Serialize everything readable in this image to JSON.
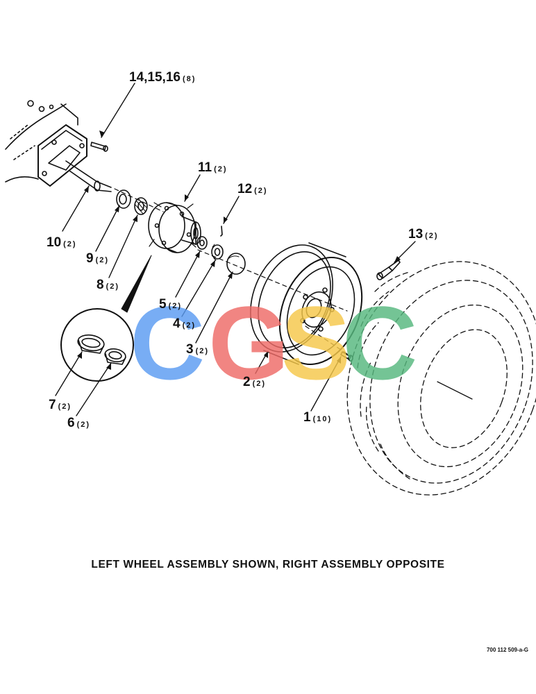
{
  "callouts": [
    {
      "id": "c14",
      "num": "14,15,16",
      "qty": "(8)"
    },
    {
      "id": "c11",
      "num": "11",
      "qty": "(2)"
    },
    {
      "id": "c12",
      "num": "12",
      "qty": "(2)"
    },
    {
      "id": "c13",
      "num": "13",
      "qty": "(2)"
    },
    {
      "id": "c10",
      "num": "10",
      "qty": "(2)"
    },
    {
      "id": "c9",
      "num": "9",
      "qty": "(2)"
    },
    {
      "id": "c8",
      "num": "8",
      "qty": "(2)"
    },
    {
      "id": "c5",
      "num": "5",
      "qty": "(2)"
    },
    {
      "id": "c4",
      "num": "4",
      "qty": "(2)"
    },
    {
      "id": "c3",
      "num": "3",
      "qty": "(2)"
    },
    {
      "id": "c2",
      "num": "2",
      "qty": "(2)"
    },
    {
      "id": "c7",
      "num": "7",
      "qty": "(2)"
    },
    {
      "id": "c6",
      "num": "6",
      "qty": "(2)"
    },
    {
      "id": "c1",
      "num": "1",
      "qty": "(10)"
    }
  ],
  "caption": "LEFT WHEEL ASSEMBLY SHOWN, RIGHT ASSEMBLY OPPOSITE",
  "drawing_number": "700 112 509-a-G",
  "watermark": {
    "letters": [
      "C",
      "G",
      "S",
      "C"
    ],
    "colors": [
      "#5b9cf2",
      "#ee6b67",
      "#f6c84a",
      "#56b87e"
    ]
  }
}
